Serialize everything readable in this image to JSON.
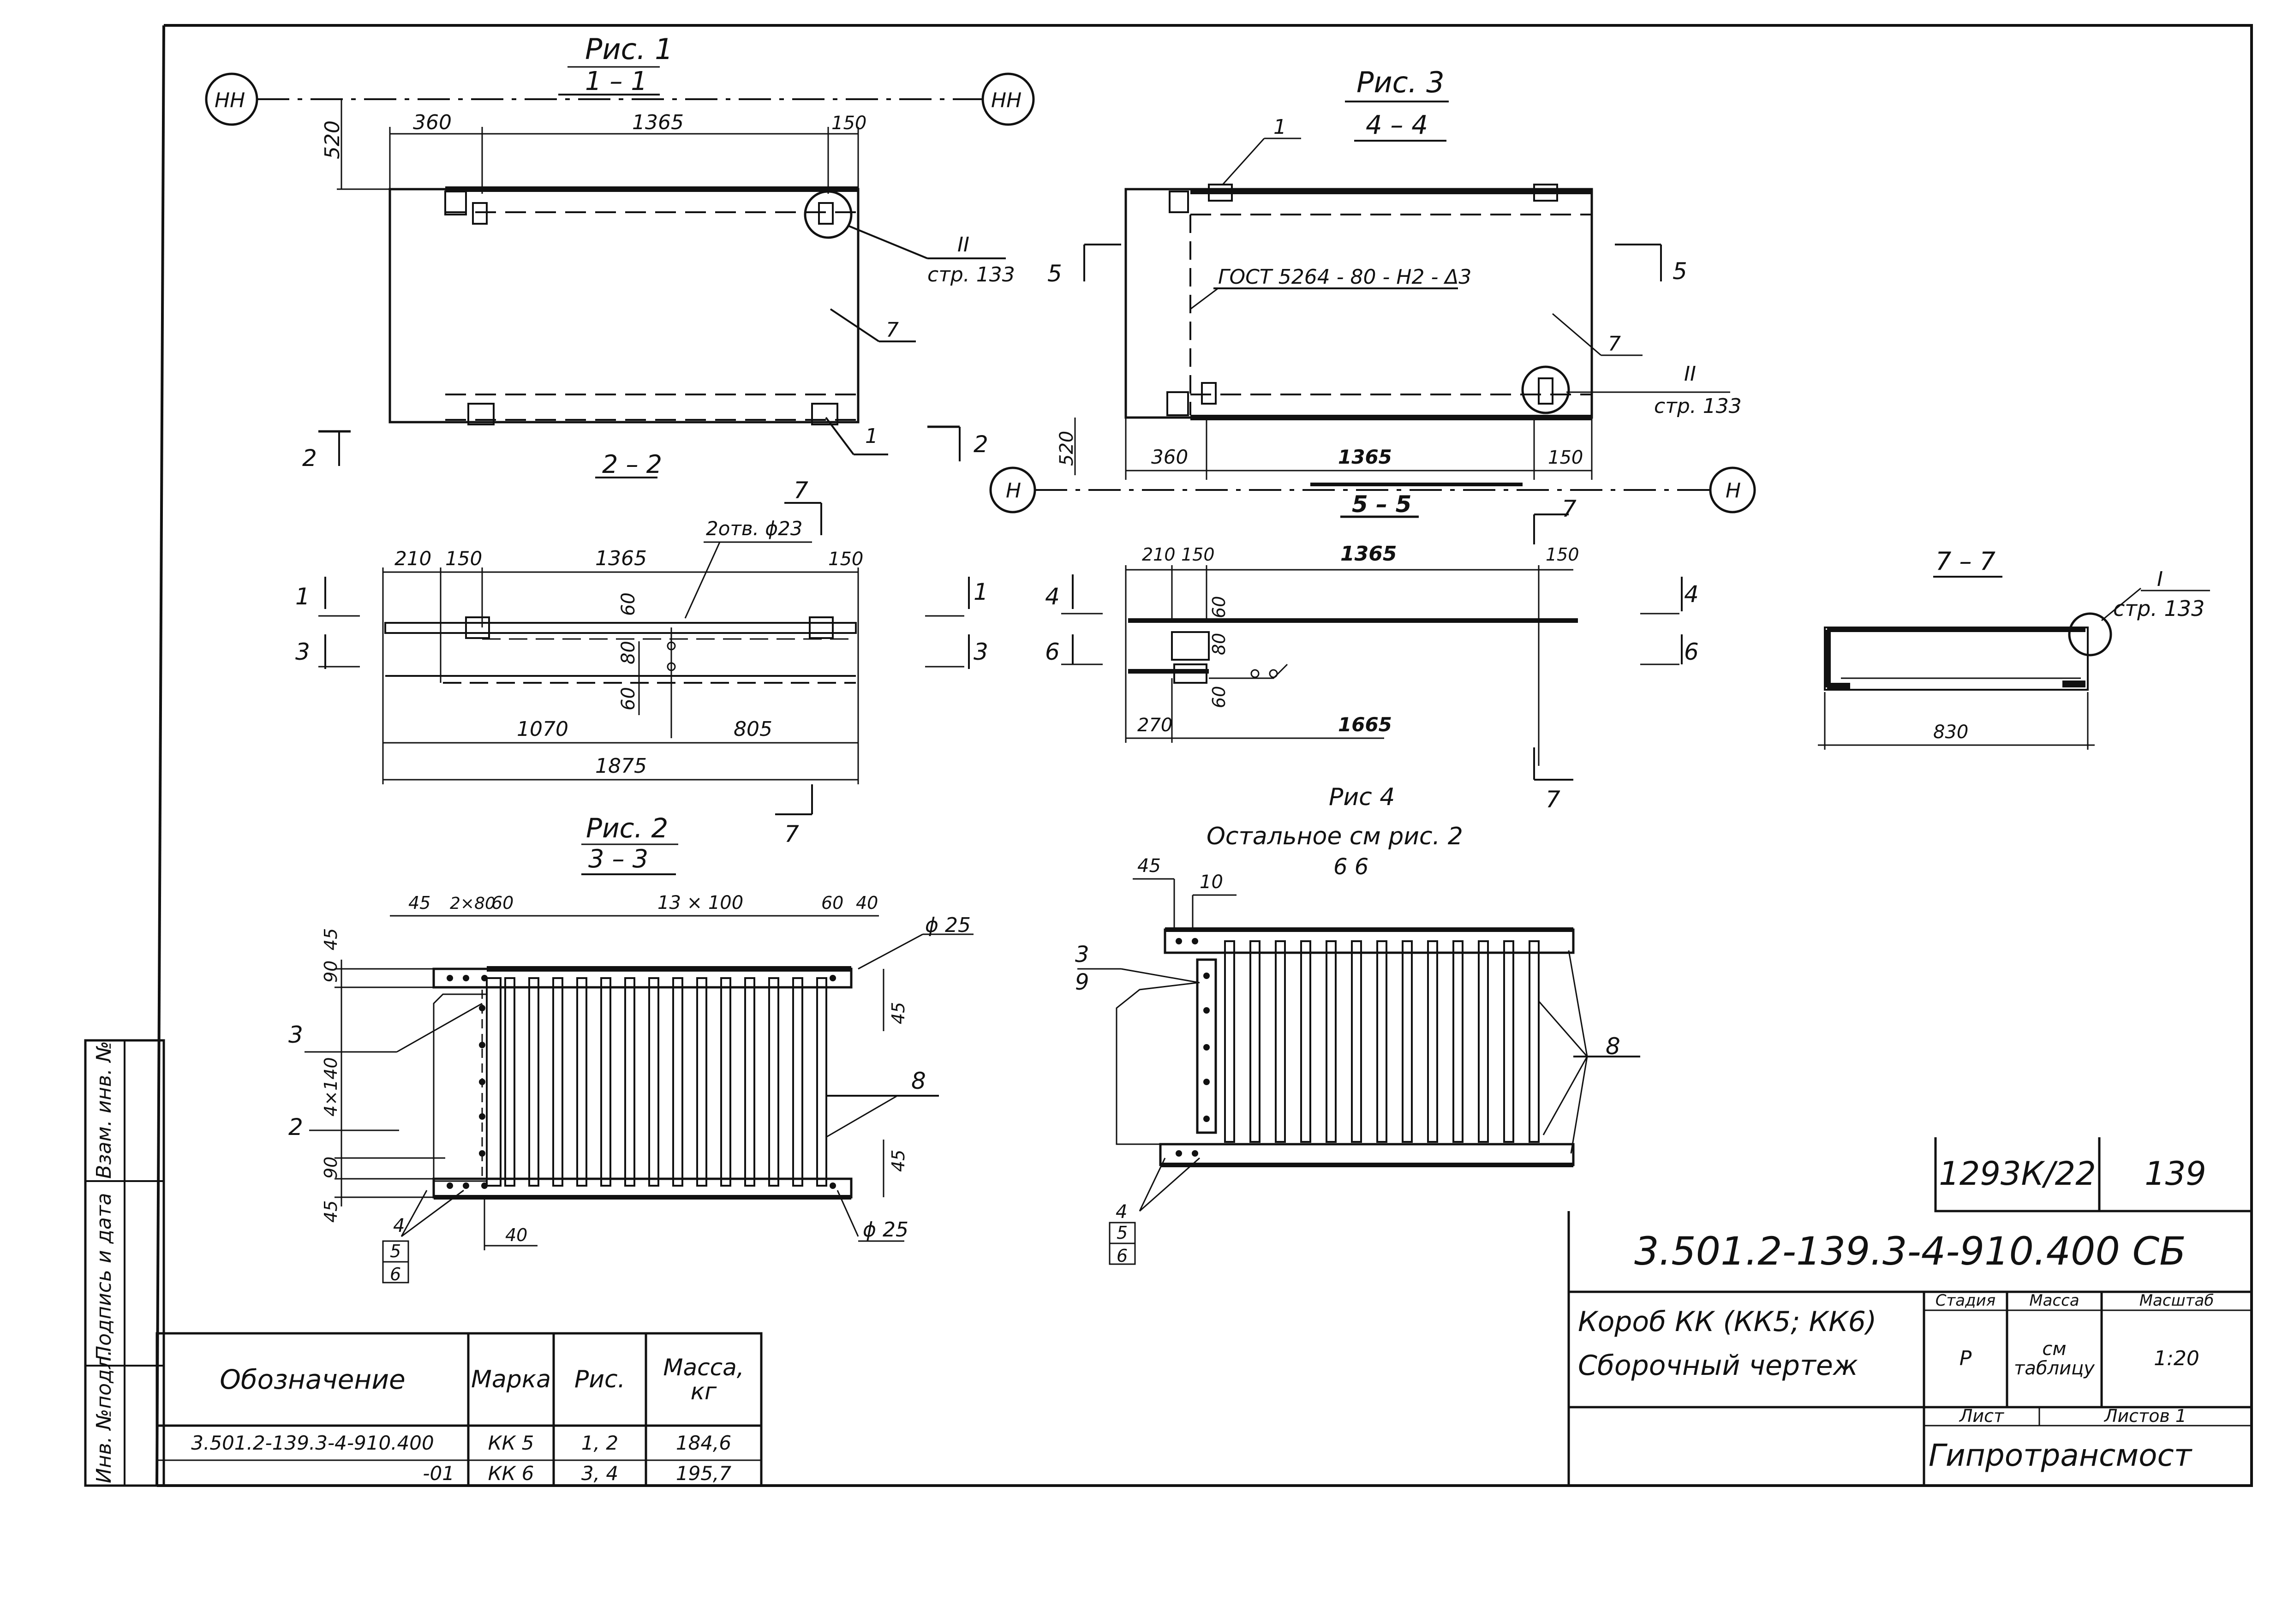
{
  "figures": {
    "fig1_title": "Рис. 1",
    "fig1_section": "1 – 1",
    "fig2_title": "Рис. 2",
    "fig2_section": "3 – 3",
    "fig3_title": "Рис. 3",
    "fig3_section": "4 – 4",
    "fig4_title": "Рис 4",
    "fig4_note": "Остальное см рис. 2",
    "fig4_sub": "6   6",
    "sec22": "2 – 2",
    "sec55": "5 – 5",
    "sec66": "6 – 6",
    "sec77": "7 – 7"
  },
  "axes": {
    "hh": "НН",
    "h": "Н"
  },
  "refs": {
    "II": "II",
    "I": "I",
    "page": "стр. 133"
  },
  "labels": {
    "gost": "ГОСТ 5264 - 80 - Н2 - Δ3",
    "holes": "2отв. ϕ23",
    "phi25": "ϕ 25"
  },
  "dims": {
    "d360": "360",
    "d1365": "1365",
    "d150": "150",
    "d520": "520",
    "d210": "210",
    "d1070": "1070",
    "d805": "805",
    "d1875": "1875",
    "d60": "60",
    "d80": "80",
    "d270": "270",
    "d1665": "1665",
    "d830": "830",
    "d45": "45",
    "d2x80": "2×80",
    "d13x100": "13 × 100",
    "d40": "40",
    "d90": "90",
    "d4x140": "4×140",
    "d10": "10"
  },
  "marks": {
    "m1": "1",
    "m2": "2",
    "m3": "3",
    "m4": "4",
    "m5": "5",
    "m6": "6",
    "m7": "7",
    "m8": "8",
    "m9": "9"
  },
  "spec_table": {
    "headers": [
      "Обозначение",
      "Марка",
      "Рис.",
      "Масса, кг"
    ],
    "rows": [
      [
        "3.501.2-139.3-4-910.400",
        "КК 5",
        "1, 2",
        "184,6"
      ],
      [
        "-01",
        "КК 6",
        "3, 4",
        "195,7"
      ]
    ]
  },
  "side_stamp": [
    "Инв. №подл.",
    "Подпись и дата",
    "Взам. инв. №"
  ],
  "title_block": {
    "album": "1293К/22",
    "page": "139",
    "code": "3.501.2-139.3-4-910.400 СБ",
    "name1": "Короб КК (КК5; КК6)",
    "name2": "Сборочный чертеж",
    "h_stage": "Стадия",
    "h_mass": "Масса",
    "h_scale": "Масштаб",
    "stage": "Р",
    "mass": "см таблицу",
    "scale": "1:20",
    "sheet": "Лист",
    "sheets": "Листов 1",
    "org": "Гипротрансмост"
  }
}
